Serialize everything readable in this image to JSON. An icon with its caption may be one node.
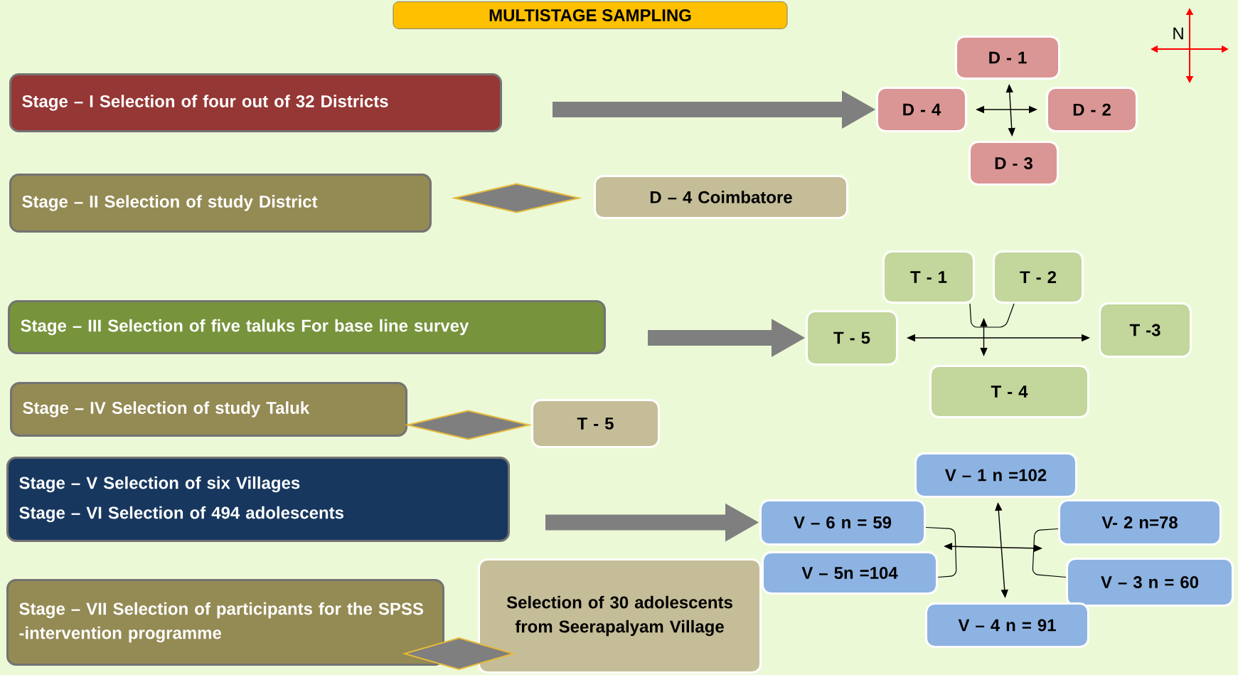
{
  "diagram": {
    "title": "MULTISTAGE SAMPLING",
    "nodes": [
      {
        "text": [
          "Stage – I Selection of four out of 32 Districts"
        ]
      },
      {
        "text": [
          "D - 1"
        ]
      },
      {
        "text": [
          "D - 4"
        ]
      },
      {
        "text": [
          "D - 2"
        ]
      },
      {
        "text": [
          "D - 3"
        ]
      },
      {
        "text": [
          "Stage – II Selection of study District"
        ]
      },
      {
        "text": [
          "D – 4 Coimbatore"
        ]
      },
      {
        "text": [
          "Stage – III Selection of five taluks For base line survey"
        ]
      },
      {
        "text": [
          "T - 1"
        ]
      },
      {
        "text": [
          "T - 2"
        ]
      },
      {
        "text": [
          "T - 5"
        ]
      },
      {
        "text": [
          "T -3"
        ]
      },
      {
        "text": [
          "T - 4"
        ]
      },
      {
        "text": [
          "Stage – IV Selection of study Taluk"
        ]
      },
      {
        "text": [
          "T - 5"
        ]
      },
      {
        "text": [
          "Stage – V Selection of six Villages",
          "Stage – VI Selection of 494 adolescents"
        ]
      },
      {
        "text": [
          "V – 1 n =102"
        ]
      },
      {
        "text": [
          "V – 6 n = 59"
        ]
      },
      {
        "text": [
          "V- 2 n=78"
        ]
      },
      {
        "text": [
          "V – 5n =104"
        ]
      },
      {
        "text": [
          "V – 3 n = 60"
        ]
      },
      {
        "text": [
          "V – 4 n = 91"
        ]
      },
      {
        "text": [
          "Stage – VII Selection of participants for the SPSS -intervention programme"
        ]
      },
      {
        "text": [
          "Selection of 30 adolescents from Seerapalyam Village"
        ]
      }
    ],
    "edges": [
      {
        "from": 0,
        "to": 2,
        "arrow": "to",
        "style": "thick",
        "color": "#7f7f7f"
      },
      {
        "from": 2,
        "to": 3,
        "arrow": "both"
      },
      {
        "from": 1,
        "to": 4,
        "arrow": "both"
      },
      {
        "from": 5,
        "to": 6,
        "arrow": "none",
        "style": "thick",
        "color": "#7f7f7f"
      },
      {
        "from": 7,
        "to": 10,
        "arrow": "to",
        "style": "thick",
        "color": "#7f7f7f"
      },
      {
        "from": 10,
        "to": 11,
        "arrow": "both"
      },
      {
        "from": null,
        "to": 12,
        "arrow": "both"
      },
      {
        "from": 13,
        "to": 14,
        "arrow": "none",
        "style": "thick",
        "color": "#7f7f7f"
      },
      {
        "from": 15,
        "to": 17,
        "arrow": "to",
        "style": "thick",
        "color": "#7f7f7f"
      },
      {
        "from": 16,
        "to": 21,
        "arrow": "both"
      },
      {
        "from": 22,
        "to": 23,
        "arrow": "none",
        "style": "thick",
        "color": "#7f7f7f"
      },
      {
        "from": 8,
        "to": 9,
        "arrow": "none"
      },
      {
        "from": 17,
        "to": 19,
        "arrow": "none"
      },
      {
        "from": 18,
        "to": 20,
        "arrow": "none"
      }
    ],
    "labels": [
      "N"
    ]
  }
}
